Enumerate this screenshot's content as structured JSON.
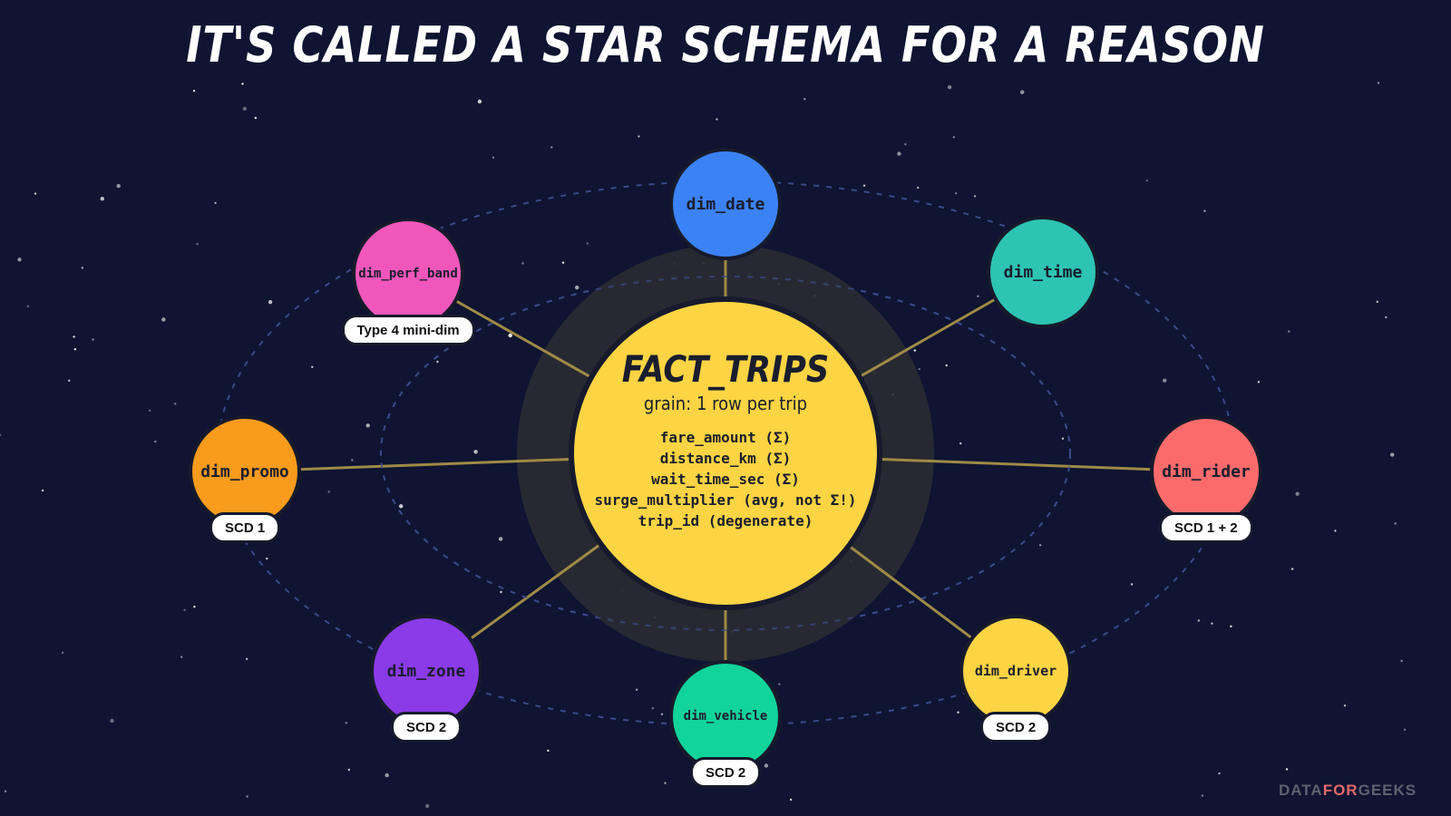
{
  "title": "IT'S CALLED A STAR SCHEMA FOR A REASON",
  "fact": {
    "name": "FACT_TRIPS",
    "grain": "grain: 1 row per trip",
    "measures": [
      "fare_amount (Σ)",
      "distance_km (Σ)",
      "wait_time_sec (Σ)",
      "surge_multiplier (avg, not Σ!)",
      "trip_id (degenerate)"
    ]
  },
  "dimensions": [
    {
      "name": "dim_date",
      "badge": "",
      "color": "#3b82f6"
    },
    {
      "name": "dim_time",
      "badge": "",
      "color": "#2dc4b4"
    },
    {
      "name": "dim_rider",
      "badge": "SCD 1 + 2",
      "color": "#fb6b6b"
    },
    {
      "name": "dim_driver",
      "badge": "SCD 2",
      "color": "#fdd443"
    },
    {
      "name": "dim_vehicle",
      "badge": "SCD 2",
      "color": "#10d49a"
    },
    {
      "name": "dim_zone",
      "badge": "SCD 2",
      "color": "#8b3ae8"
    },
    {
      "name": "dim_promo",
      "badge": "SCD 1",
      "color": "#f99b1c"
    },
    {
      "name": "dim_perf_band",
      "badge": "Type 4 mini-dim",
      "color": "#f157ba"
    }
  ],
  "logo": {
    "part1": "DATA",
    "part2": "FOR",
    "part3": "GEEKS"
  },
  "colors": {
    "background": "#0e1431",
    "connector": "#a08a45",
    "orbit": "#3a4a8a",
    "halo": "#2a2b33",
    "fact": "#fdd443"
  }
}
